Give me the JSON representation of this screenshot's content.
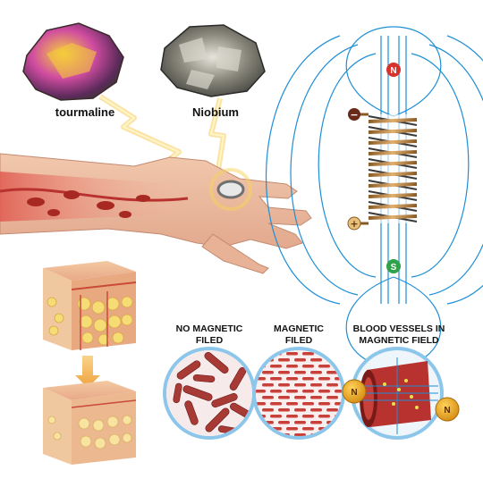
{
  "minerals": {
    "left_label": "tourmaline",
    "right_label": "Niobium"
  },
  "coil": {
    "north_symbol": "N",
    "south_symbol": "S",
    "minus_symbol": "−",
    "plus_symbol": "+"
  },
  "panels": {
    "no_field_label_line1": "NO MAGNETIC",
    "no_field_label_line2": "FILED",
    "field_label_line1": "MAGNETIC",
    "field_label_line2": "FILED",
    "vessels_label_line1": "BLOOD VESSELS IN",
    "vessels_label_line2": "MAGNETIC FIELD",
    "magnet_symbol": "N"
  },
  "colors": {
    "field_lines": "#1f8fd6",
    "blood": "#b8322f",
    "copper": "#c08a4a",
    "north_badge": "#d8322c",
    "south_badge": "#2fa24a",
    "magnet": "#e8a21f"
  }
}
